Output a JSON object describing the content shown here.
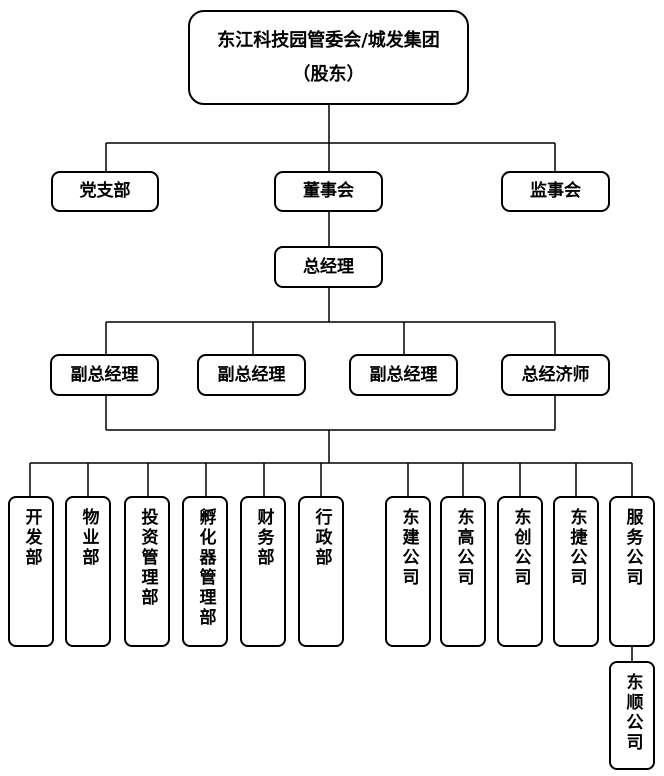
{
  "top": {
    "line1": "东江科技园管委会/城发集团",
    "line2": "（股东）"
  },
  "level2": {
    "party": "党支部",
    "board": "董事会",
    "supervisors": "监事会"
  },
  "gm": "总经理",
  "level4": {
    "vp1": "副总经理",
    "vp2": "副总经理",
    "vp3": "副总经理",
    "chief_economist": "总经济师"
  },
  "departments": [
    "开发部",
    "物业部",
    "投资管理部",
    "孵化器管理部",
    "财务部",
    "行政部"
  ],
  "companies": [
    "东建公司",
    "东高公司",
    "东创公司",
    "东捷公司",
    "服务公司"
  ],
  "sub_company": "东顺公司"
}
